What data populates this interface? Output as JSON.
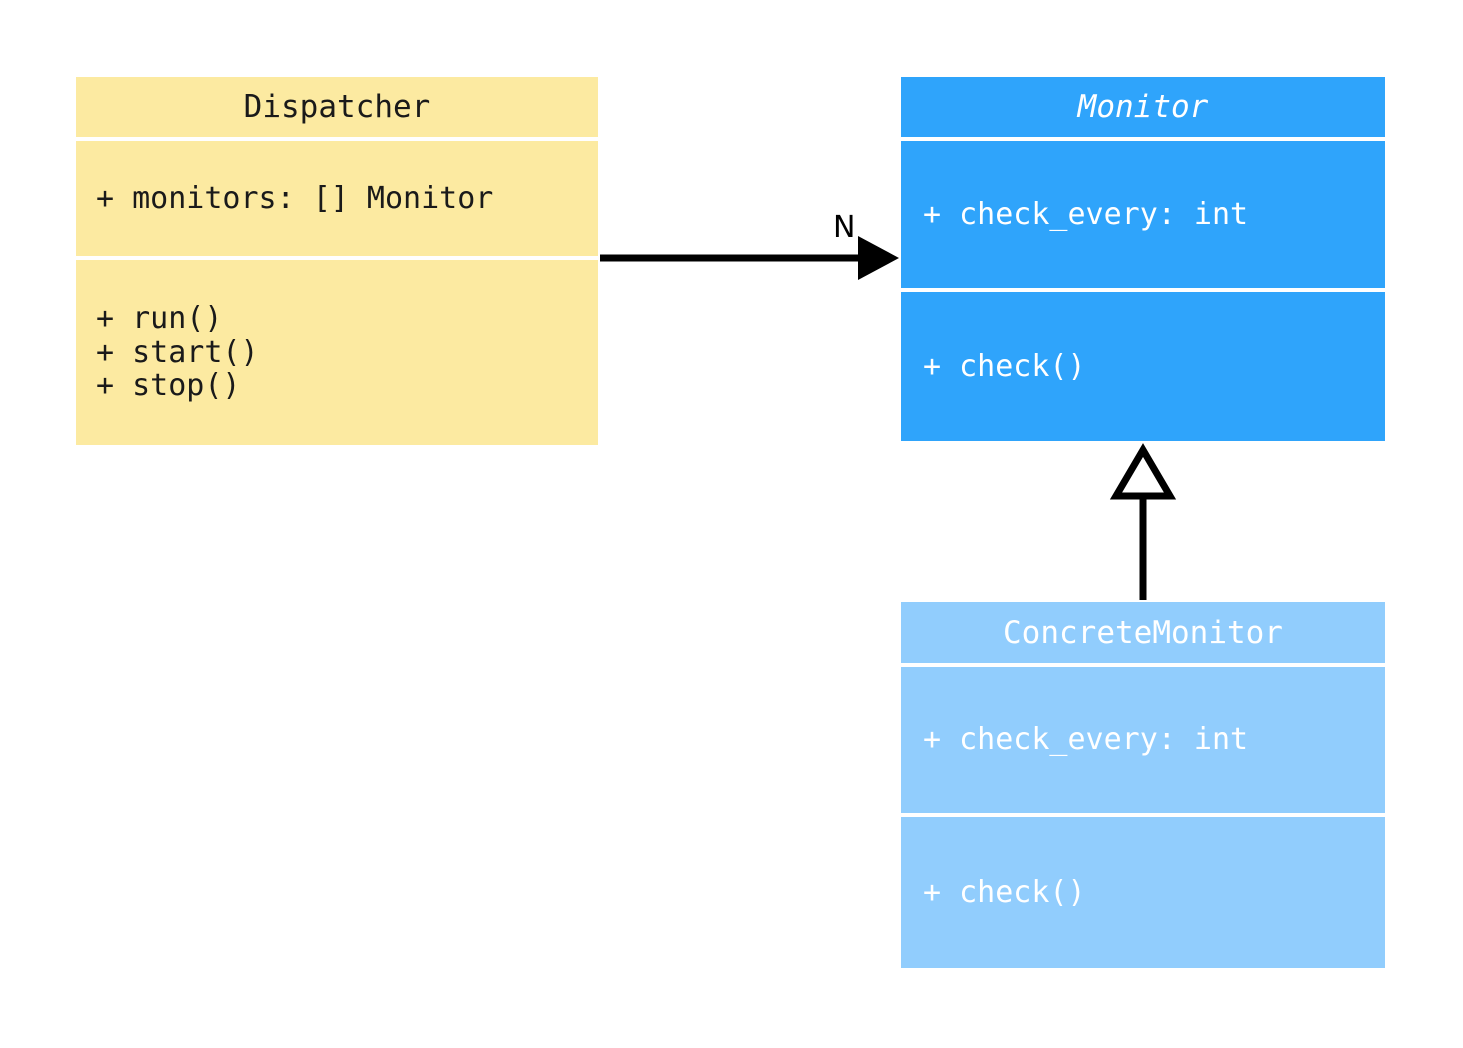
{
  "diagram": {
    "type": "uml-class-diagram",
    "background": "#ffffff",
    "classes": [
      {
        "id": "dispatcher",
        "name": "Dispatcher",
        "abstract": false,
        "fill": "#fceaa1",
        "text_color": "#1a1a1a",
        "attributes": [
          "+ monitors: [] Monitor"
        ],
        "methods": [
          "+ run()",
          "+ start()",
          "+ stop()"
        ]
      },
      {
        "id": "monitor",
        "name": "Monitor",
        "abstract": true,
        "fill": "#2fa4fb",
        "text_color": "#ffffff",
        "attributes": [
          "+ check_every: int"
        ],
        "methods": [
          "+ check()"
        ]
      },
      {
        "id": "concrete-monitor",
        "name": "ConcreteMonitor",
        "abstract": false,
        "fill": "#91cdfd",
        "text_color": "#ffffff",
        "attributes": [
          "+ check_every: int"
        ],
        "methods": [
          "+ check()"
        ]
      }
    ],
    "relationships": [
      {
        "id": "dispatcher-to-monitor",
        "kind": "association",
        "arrowhead": "filled-triangle",
        "from": "Dispatcher",
        "to": "Monitor",
        "label": "N",
        "color": "#000000"
      },
      {
        "id": "concrete-monitor-to-monitor",
        "kind": "generalization",
        "arrowhead": "hollow-triangle",
        "from": "ConcreteMonitor",
        "to": "Monitor",
        "label": "",
        "color": "#000000"
      }
    ]
  }
}
